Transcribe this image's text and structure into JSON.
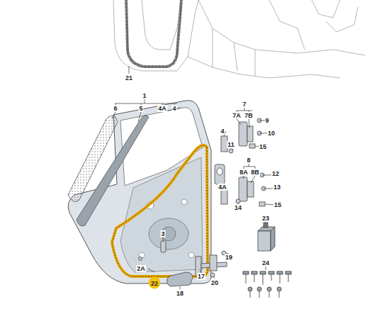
{
  "diagram": {
    "nodes": [
      {
        "text": [
          "22"
        ]
      }
    ],
    "labels": [
      "21",
      "1",
      "6",
      "5",
      "4A",
      "4",
      "7",
      "7A",
      "7B",
      "9",
      "10",
      "4",
      "15",
      "11",
      "8",
      "8A",
      "8B",
      "12",
      "4A",
      "13",
      "15",
      "14",
      "23",
      "3",
      "19",
      "24",
      "2A",
      "17",
      "20",
      "18"
    ]
  }
}
